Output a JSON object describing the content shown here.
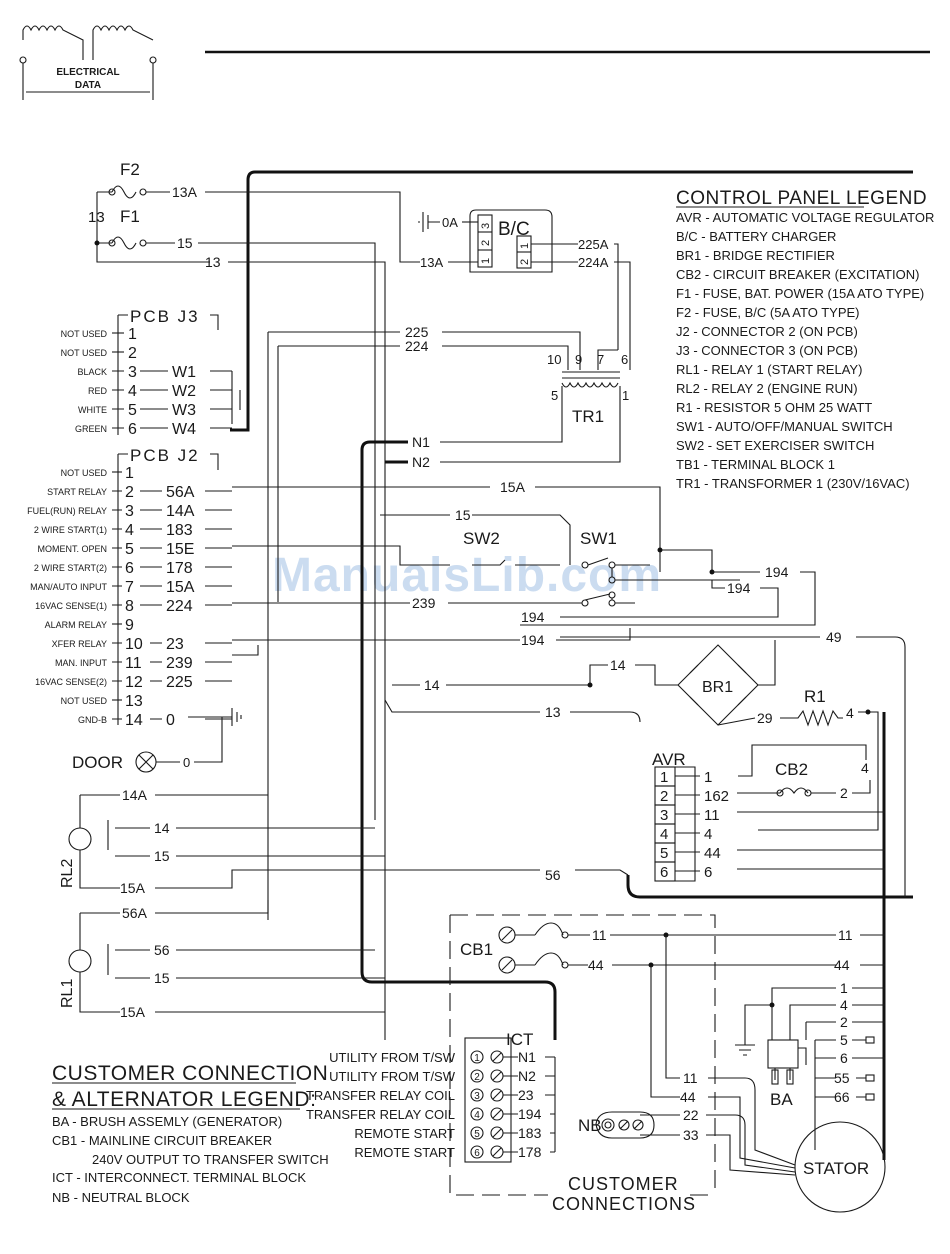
{
  "header": {
    "logo_line1": "ELECTRICAL",
    "logo_line2": "DATA"
  },
  "watermark": "ManualsLib.com",
  "control_legend": {
    "title": "CONTROL PANEL LEGEND",
    "items": [
      "AVR - AUTOMATIC VOLTAGE REGULATOR",
      "B/C - BATTERY CHARGER",
      "BR1 - BRIDGE RECTIFIER",
      "CB2 - CIRCUIT BREAKER (EXCITATION)",
      "F1 - FUSE, BAT. POWER (15A ATO TYPE)",
      "F2 - FUSE, B/C (5A ATO TYPE)",
      "J2 - CONNECTOR 2 (ON PCB)",
      "J3 - CONNECTOR 3 (ON PCB)",
      "RL1 - RELAY 1 (START RELAY)",
      "RL2 - RELAY 2 (ENGINE RUN)",
      "R1 - RESISTOR 5 OHM 25 WATT",
      "SW1 - AUTO/OFF/MANUAL SWITCH",
      "SW2 - SET EXERCISER SWITCH",
      "TB1 - TERMINAL BLOCK 1",
      "TR1 - TRANSFORMER 1 (230V/16VAC)"
    ]
  },
  "customer_legend": {
    "title1": "CUSTOMER CONNECTION",
    "title2": "& ALTERNATOR LEGEND:",
    "items": [
      "BA - BRUSH ASSEMLY (GENERATOR)",
      "CB1 - MAINLINE CIRCUIT BREAKER",
      "240V OUTPUT TO TRANSFER SWITCH",
      "ICT - INTERCONNECT. TERMINAL BLOCK",
      "NB - NEUTRAL BLOCK"
    ]
  },
  "j3": {
    "title": "PCB J3",
    "rows": [
      {
        "label": "NOT USED",
        "pin": "1",
        "wire": ""
      },
      {
        "label": "NOT USED",
        "pin": "2",
        "wire": ""
      },
      {
        "label": "BLACK",
        "pin": "3",
        "wire": "W1"
      },
      {
        "label": "RED",
        "pin": "4",
        "wire": "W2"
      },
      {
        "label": "WHITE",
        "pin": "5",
        "wire": "W3"
      },
      {
        "label": "GREEN",
        "pin": "6",
        "wire": "W4"
      }
    ]
  },
  "j2": {
    "title": "PCB J2",
    "rows": [
      {
        "label": "NOT USED",
        "pin": "1",
        "wire": ""
      },
      {
        "label": "START RELAY",
        "pin": "2",
        "wire": "56A"
      },
      {
        "label": "FUEL(RUN) RELAY",
        "pin": "3",
        "wire": "14A"
      },
      {
        "label": "2 WIRE START(1)",
        "pin": "4",
        "wire": "183"
      },
      {
        "label": "MOMENT. OPEN",
        "pin": "5",
        "wire": "15E"
      },
      {
        "label": "2 WIRE START(2)",
        "pin": "6",
        "wire": "178"
      },
      {
        "label": "MAN/AUTO INPUT",
        "pin": "7",
        "wire": "15A"
      },
      {
        "label": "16VAC SENSE(1)",
        "pin": "8",
        "wire": "224"
      },
      {
        "label": "ALARM RELAY",
        "pin": "9",
        "wire": ""
      },
      {
        "label": "XFER RELAY",
        "pin": "10",
        "wire": "23"
      },
      {
        "label": "MAN. INPUT",
        "pin": "11",
        "wire": "239"
      },
      {
        "label": "16VAC SENSE(2)",
        "pin": "12",
        "wire": "225"
      },
      {
        "label": "NOT USED",
        "pin": "13",
        "wire": ""
      },
      {
        "label": "GND-B",
        "pin": "14",
        "wire": "0"
      }
    ]
  },
  "components": {
    "f1": "F1",
    "f2": "F2",
    "bc": "B/C",
    "tr1": "TR1",
    "sw1": "SW1",
    "sw2": "SW2",
    "br1": "BR1",
    "r1": "R1",
    "avr": "AVR",
    "cb2": "CB2",
    "cb1": "CB1",
    "ict": "ICT",
    "nb": "NB",
    "ba": "BA",
    "stator": "STATOR",
    "rl1": "RL1",
    "rl2": "RL2",
    "door": "DOOR",
    "customer1": "CUSTOMER",
    "customer2": "CONNECTIONS"
  },
  "ict_rows": [
    {
      "label": "UTILITY FROM T/SW",
      "num": "1",
      "wire": "N1"
    },
    {
      "label": "UTILITY FROM T/SW",
      "num": "2",
      "wire": "N2"
    },
    {
      "label": "TRANSFER RELAY COIL",
      "num": "3",
      "wire": "23"
    },
    {
      "label": "TRANSFER RELAY COIL",
      "num": "4",
      "wire": "194"
    },
    {
      "label": "REMOTE START",
      "num": "5",
      "wire": "183"
    },
    {
      "label": "REMOTE START",
      "num": "6",
      "wire": "178"
    }
  ],
  "avr_rows": [
    {
      "num": "1",
      "wire": "1"
    },
    {
      "num": "2",
      "wire": "162"
    },
    {
      "num": "3",
      "wire": "11"
    },
    {
      "num": "4",
      "wire": "4"
    },
    {
      "num": "5",
      "wire": "44"
    },
    {
      "num": "6",
      "wire": "6"
    }
  ],
  "wires": {
    "w13a": "13A",
    "w13": "13",
    "w15": "15",
    "w0a": "0A",
    "w13a_bc": "13A",
    "w225a": "225A",
    "w224a": "224A",
    "w225": "225",
    "w224": "224",
    "tr10": "10",
    "tr9": "9",
    "tr7": "7",
    "tr6": "6",
    "tr5": "5",
    "tr1p": "1",
    "n1": "N1",
    "n2": "N2",
    "w15a": "15A",
    "w15b": "15",
    "w15c": "15",
    "w194a": "194",
    "w194b": "194",
    "w194c": "194",
    "w194d": "194",
    "w239": "239",
    "w49": "49",
    "w14br": "14",
    "w14l": "14",
    "w13l": "13",
    "w29": "29",
    "w4r": "4",
    "w4b": "4",
    "w14arl": "14A",
    "w14rl2": "14",
    "w15rl2": "15",
    "w15arl2": "15A",
    "w56": "56",
    "w56a": "56A",
    "w56rl1": "56",
    "w15rl1": "15",
    "w15arl1": "15A",
    "w1": "1",
    "w162": "162",
    "w2": "2",
    "w11": "11",
    "w11r": "11",
    "w44": "44",
    "w44r": "44",
    "s1": "1",
    "s4": "4",
    "s2": "2",
    "s5": "5",
    "s6": "6",
    "s55": "55",
    "s66": "66",
    "w11s": "11",
    "w44s": "44",
    "w22": "22",
    "w33": "33",
    "w0door": "0",
    "bc1": "1",
    "bc2": "2",
    "bc3": "3",
    "bc4": "1",
    "bc5": "2"
  }
}
